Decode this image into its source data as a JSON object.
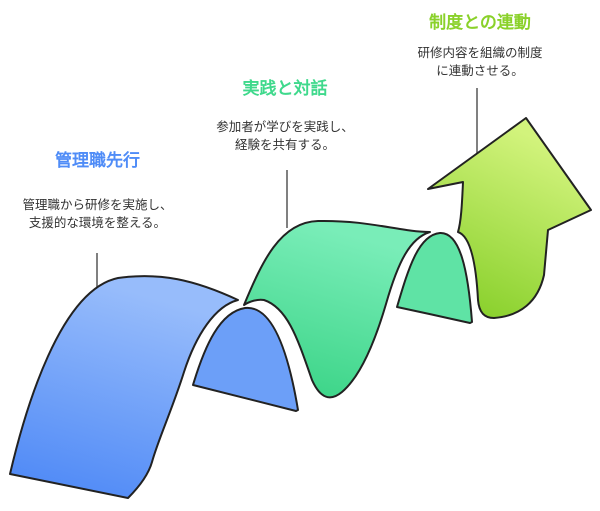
{
  "steps": [
    {
      "title": "管理職先行",
      "description": "管理職から研修を実施し、\n支援的な環境を整える。",
      "color": "#4f8cf7",
      "color_light": "#8fb4fb"
    },
    {
      "title": "実践と対話",
      "description": "参加者が学びを実践し、\n経験を共有する。",
      "color": "#3fd98c",
      "color_light": "#6feab0"
    },
    {
      "title": "制度との連動",
      "description": "研修内容を組織の制度\nに連動させる。",
      "color": "#8ad12a",
      "color_light": "#c8ef6e"
    }
  ],
  "diagram": {
    "connector_color": "#555555",
    "outline_color": "#222222"
  }
}
